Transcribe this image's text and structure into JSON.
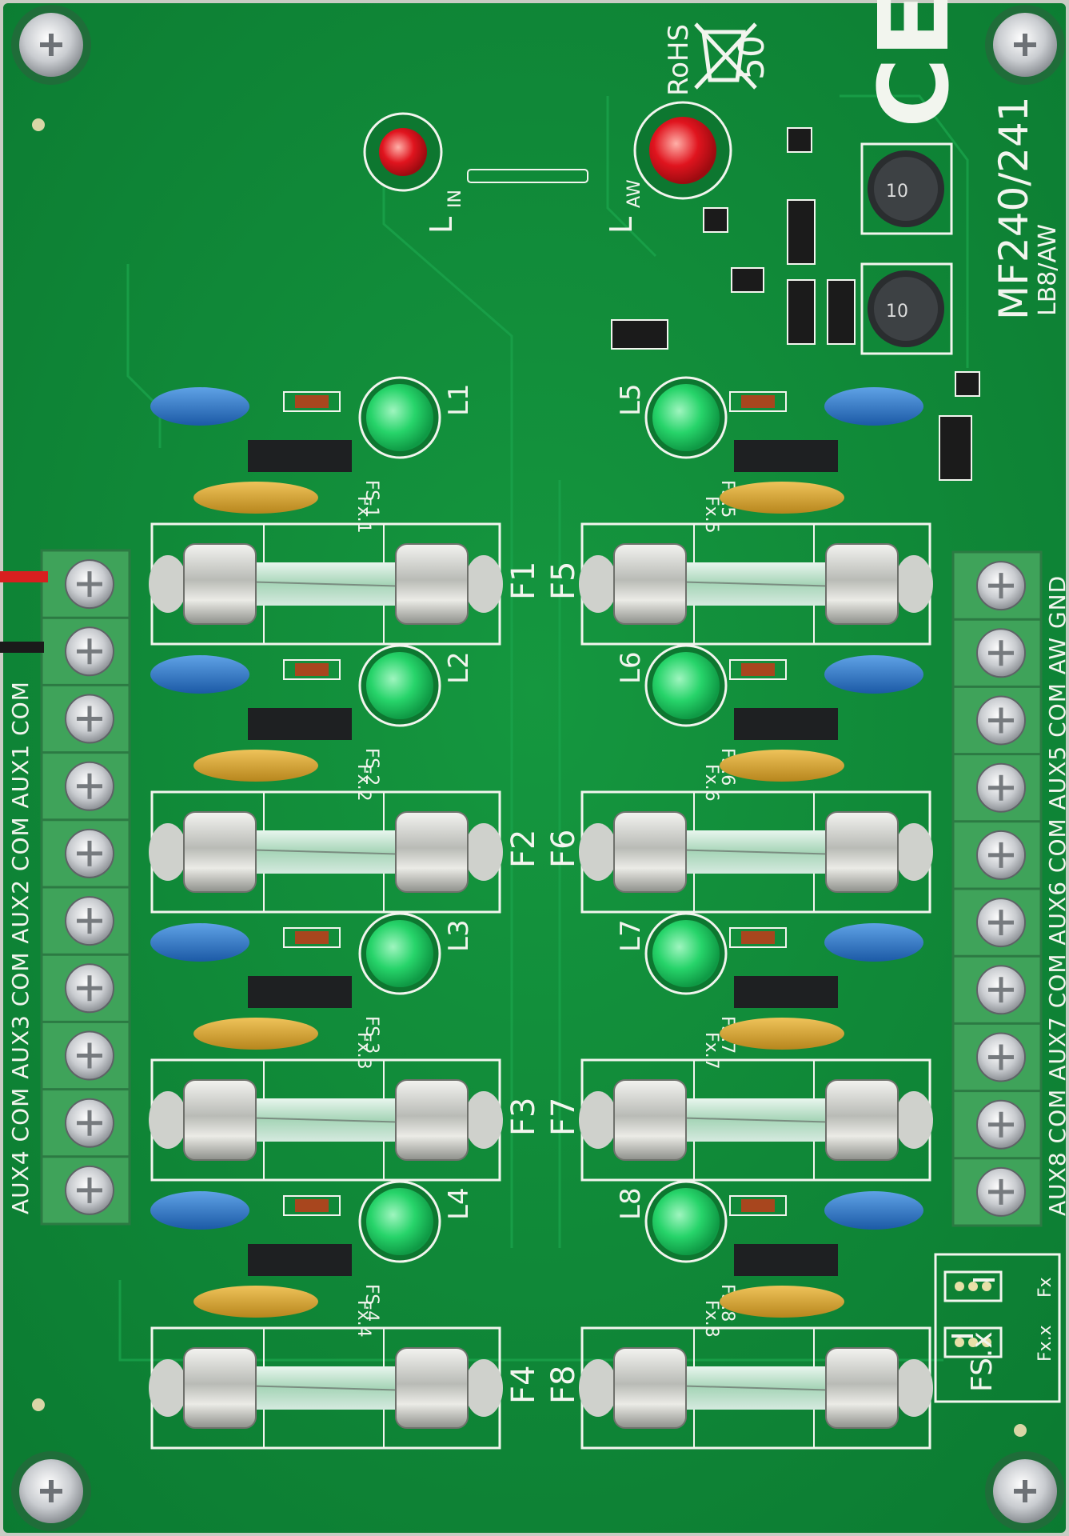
{
  "board": {
    "model": "MF240/241",
    "variant": "LB8/AW",
    "rohs": "RoHS",
    "ce": "CE",
    "weee_mark": "50"
  },
  "leds": {
    "input": {
      "letter": "L",
      "sub": "IN"
    },
    "alarm": {
      "letter": "L",
      "sub": "AW"
    },
    "channels": [
      "L1",
      "L2",
      "L3",
      "L4",
      "L5",
      "L6",
      "L7",
      "L8"
    ]
  },
  "fuses": [
    "F1",
    "F2",
    "F3",
    "F4",
    "F5",
    "F6",
    "F7",
    "F8"
  ],
  "jumpers": {
    "fs": [
      "FS.1",
      "FS.2",
      "FS.3",
      "FS.4",
      "FS.5",
      "FS.6",
      "FS.7",
      "FS.8"
    ],
    "fx": [
      "Fx.1",
      "Fx.2",
      "Fx.3",
      "Fx.4",
      "Fx.5",
      "Fx.6",
      "Fx.7",
      "Fx.8"
    ]
  },
  "terminals": {
    "left": "AUX4 COM AUX3 COM AUX2 COM AUX1 COM",
    "right": "AUX8 COM AUX7 COM AUX6 COM AUX5 COM AW GND"
  },
  "legend": {
    "title": "FS.x",
    "fx": "Fx",
    "fxx": "Fx.x"
  },
  "colors": {
    "pcb": "#0f8a38",
    "silkscreen": "#f2f5ee",
    "terminal_block": "#3fa35a",
    "led_green": "#27d46a",
    "led_red": "#e0141e",
    "capacitor_blue": "#2d74c7",
    "capacitor_yellow": "#d8a52d"
  }
}
